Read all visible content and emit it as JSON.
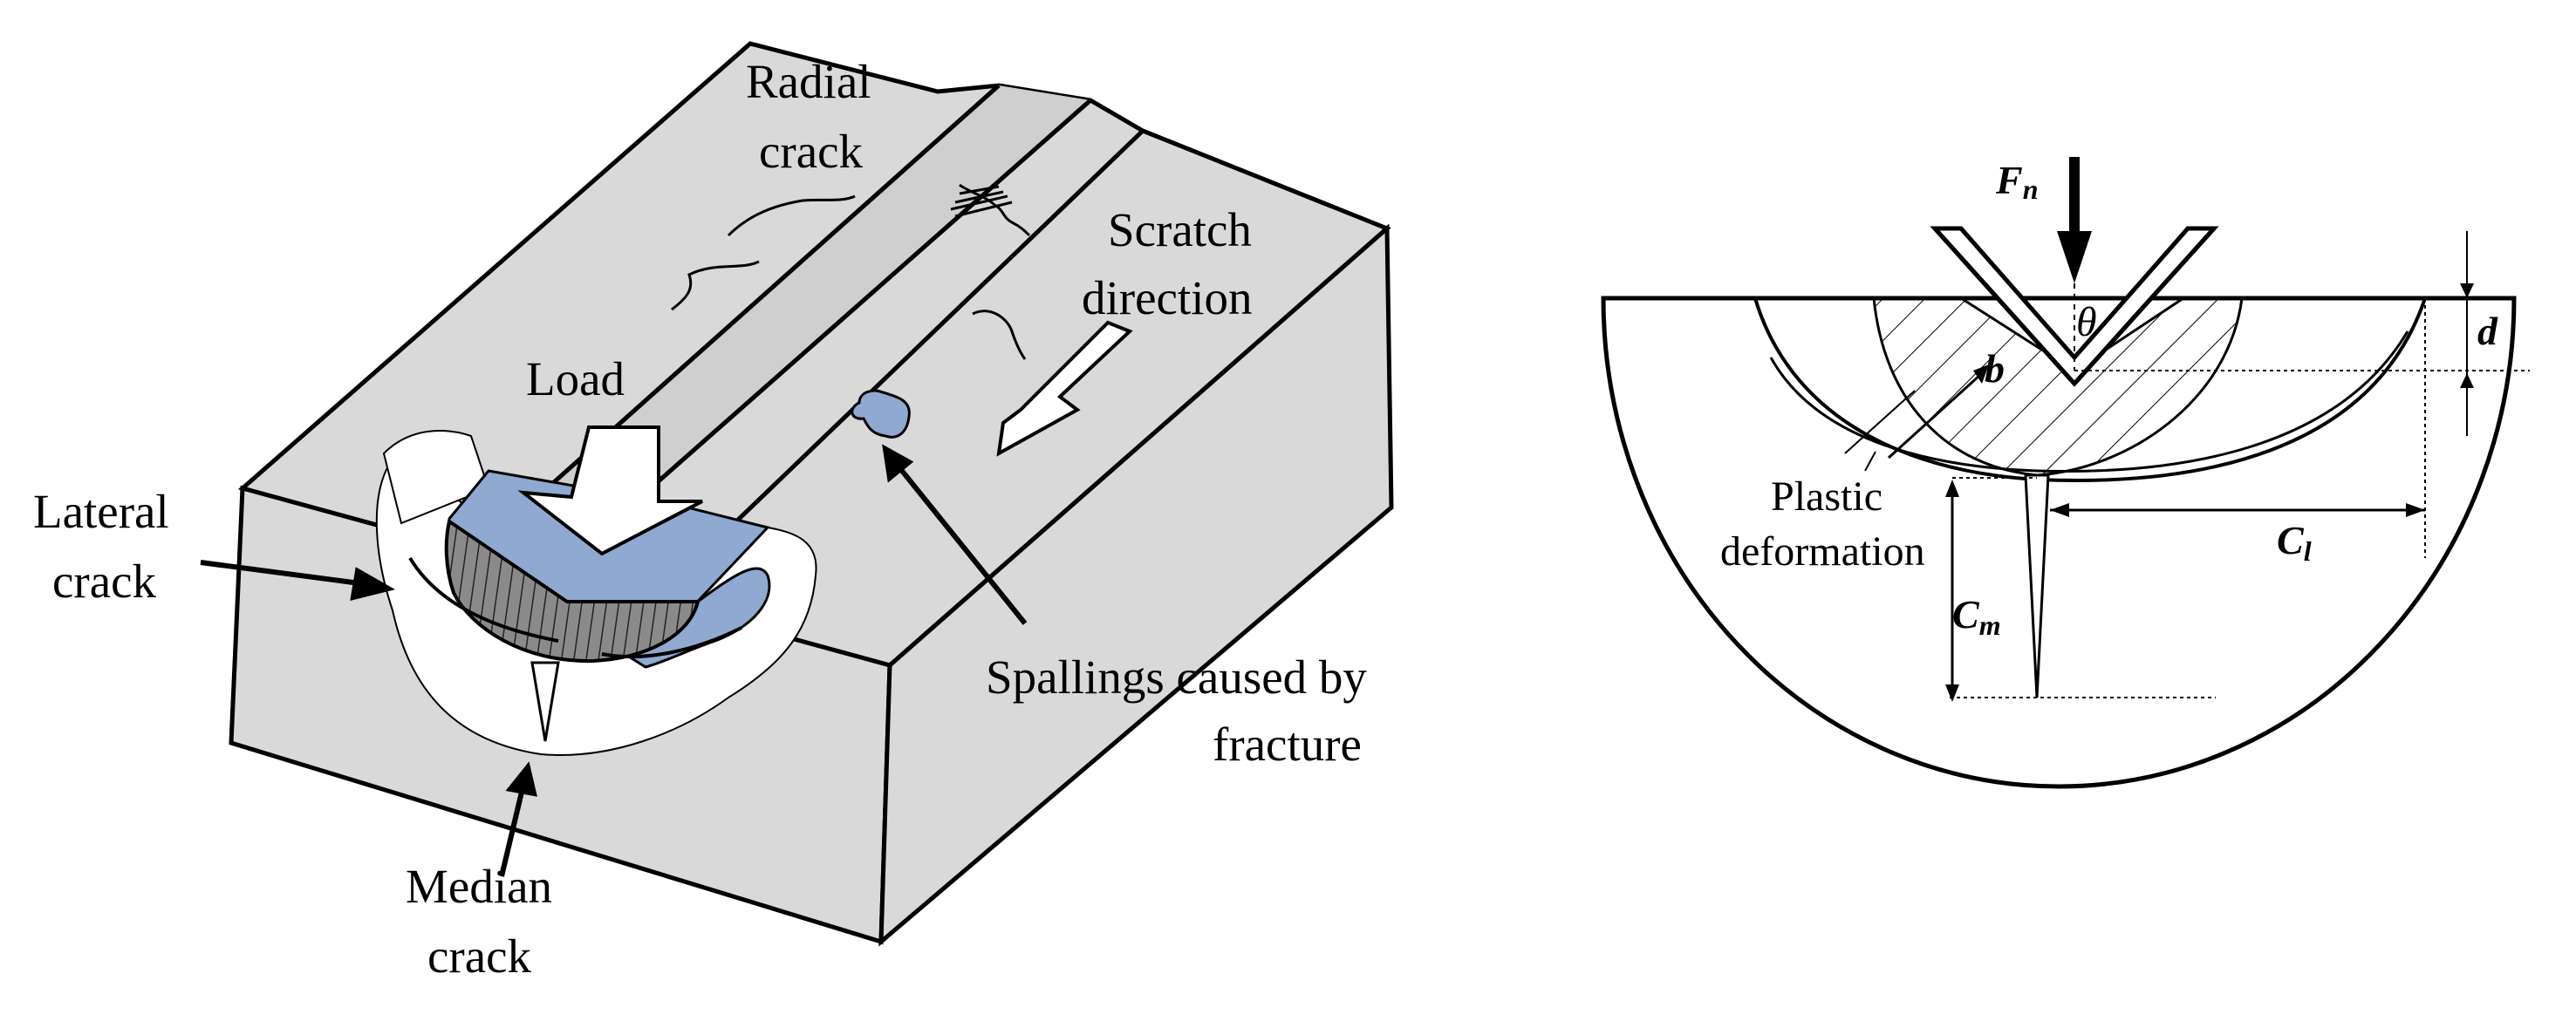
{
  "left_panel": {
    "labels": {
      "radial_crack": [
        "Radial",
        "crack"
      ],
      "scratch_direction": [
        "Scratch",
        "direction"
      ],
      "load": "Load",
      "lateral_crack": [
        "Lateral",
        "crack"
      ],
      "median_crack": [
        "Median",
        "crack"
      ],
      "spallings": [
        "Spallings caused by",
        "fracture"
      ]
    },
    "colors": {
      "block_fill": "#d9d9d9",
      "spalling_fill": "#8fa9d1",
      "outline": "#000000"
    }
  },
  "right_panel": {
    "labels": {
      "force": {
        "main": "F",
        "sub": "n"
      },
      "angle": "θ",
      "depth": "d",
      "b": "b",
      "plastic_deformation": [
        "Plastic",
        "deformation"
      ],
      "lateral_length": {
        "main": "C",
        "sub": "l"
      },
      "median_length": {
        "main": "C",
        "sub": "m"
      }
    }
  }
}
